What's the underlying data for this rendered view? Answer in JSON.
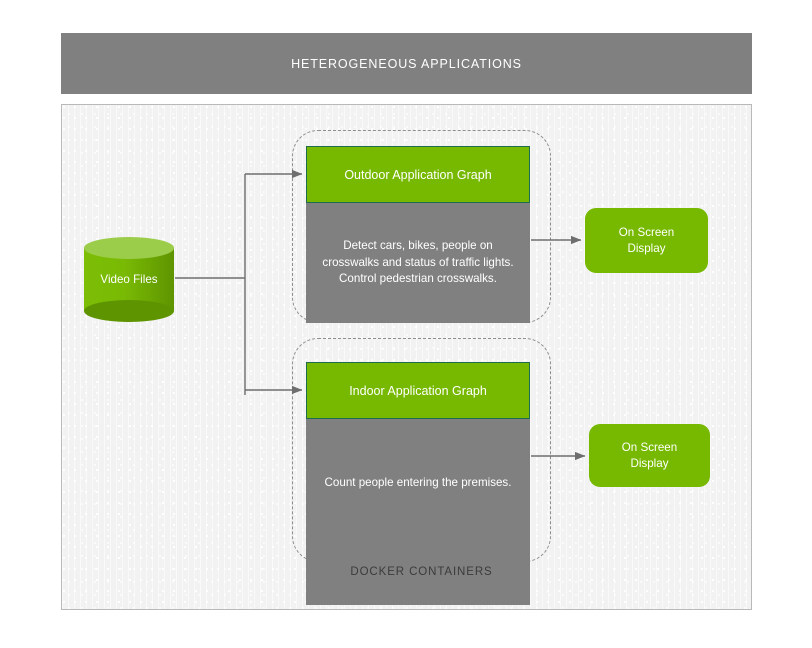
{
  "header": {
    "title": "HETEROGENEOUS APPLICATIONS"
  },
  "source": {
    "label": "Video Files",
    "shape": "cylinder-icon"
  },
  "docker": {
    "caption": "DOCKER CONTAINERS",
    "containers": [
      {
        "id": "outdoor",
        "header": "Outdoor Application Graph",
        "body": "Detect cars, bikes, people on crosswalks and status of traffic lights. Control pedestrian crosswalks.",
        "output": "On Screen\nDisplay"
      },
      {
        "id": "indoor",
        "header": "Indoor Application Graph",
        "body": "Count people entering the premises.",
        "output": "On Screen\nDisplay"
      }
    ]
  },
  "outputs": {
    "outdoor_line1": "On Screen",
    "outdoor_line2": "Display",
    "indoor_line1": "On Screen",
    "indoor_line2": "Display"
  },
  "cards": {
    "outdoor_header": "Outdoor Application Graph",
    "outdoor_body_line1": "Detect cars, bikes, people on",
    "outdoor_body_line2": "crosswalks and status of traffic lights.",
    "outdoor_body_line3": "Control pedestrian crosswalks.",
    "indoor_header": "Indoor Application Graph",
    "indoor_body_line1": "Count people entering the premises."
  },
  "colors": {
    "brand_green": "#76b900",
    "cylinder_top": "#9ccd4a",
    "gray_body": "#808080",
    "header_gray": "#808080",
    "panel_bg": "#f2f2f2",
    "dashed_border": "#8e8e8e",
    "connector": "#6e6e6e",
    "card_border": "#1f6b4e"
  }
}
